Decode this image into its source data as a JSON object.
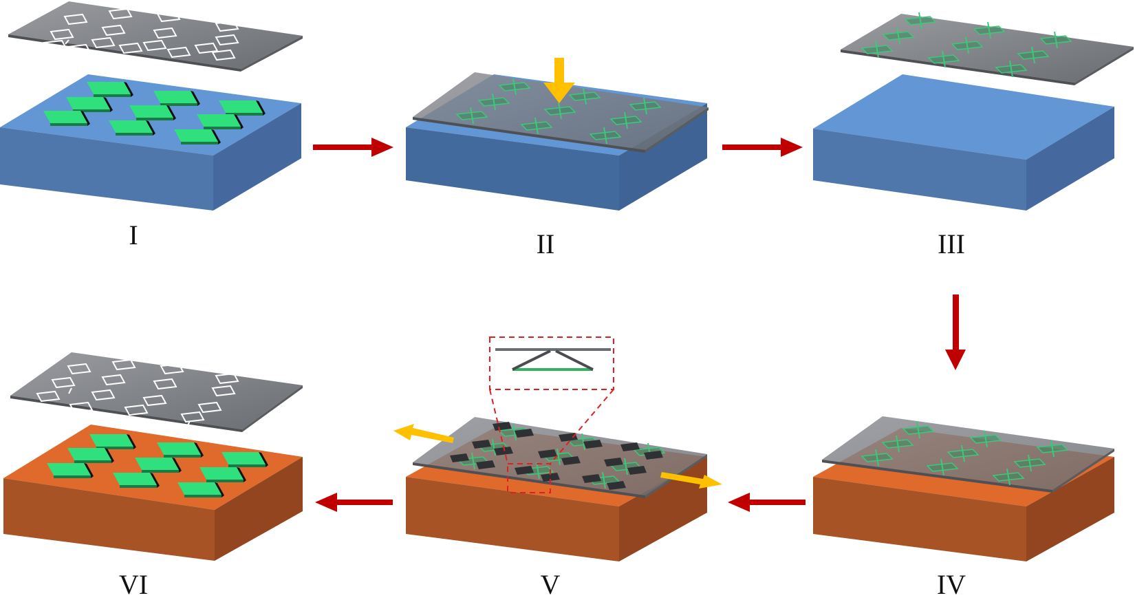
{
  "stages": [
    {
      "id": "1",
      "label": "I"
    },
    {
      "id": "2",
      "label": "II"
    },
    {
      "id": "3",
      "label": "III"
    },
    {
      "id": "4",
      "label": "IV"
    },
    {
      "id": "5",
      "label": "V"
    },
    {
      "id": "6",
      "label": "VI"
    }
  ],
  "colors": {
    "blue_top": "#6296d4",
    "blue_front": "#4f77ac",
    "blue_side": "#45699e",
    "orange_top": "#e06a2c",
    "orange_front": "#a85326",
    "orange_side": "#92451e",
    "pad_green": "#26d36c",
    "pattern_green": "#34b86a",
    "plate_gray": "#707378",
    "plate_edge": "#4e5054",
    "arrow_red": "#c00000",
    "arrow_yellow": "#ffc000",
    "inset_dash": "#e02020"
  }
}
